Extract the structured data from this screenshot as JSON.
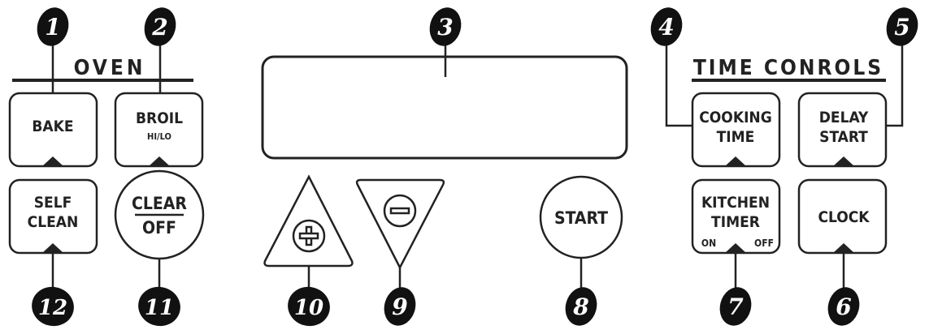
{
  "sections": {
    "oven": "OVEN",
    "time_controls": "TIME CONROLS"
  },
  "buttons": {
    "bake": "BAKE",
    "broil": "BROIL",
    "broil_sub": "HI/LO",
    "self_clean_1": "SELF",
    "self_clean_2": "CLEAN",
    "clear": "CLEAR",
    "off": "OFF",
    "start": "START",
    "cooking_time_1": "COOKING",
    "cooking_time_2": "TIME",
    "delay_start_1": "DELAY",
    "delay_start_2": "START",
    "kitchen_timer_1": "KITCHEN",
    "kitchen_timer_2": "TIMER",
    "kitchen_on": "ON",
    "kitchen_off": "OFF",
    "clock": "CLOCK"
  },
  "callouts": {
    "c1": "1",
    "c2": "2",
    "c3": "3",
    "c4": "4",
    "c5": "5",
    "c6": "6",
    "c7": "7",
    "c8": "8",
    "c9": "9",
    "c10": "10",
    "c11": "11",
    "c12": "12"
  }
}
